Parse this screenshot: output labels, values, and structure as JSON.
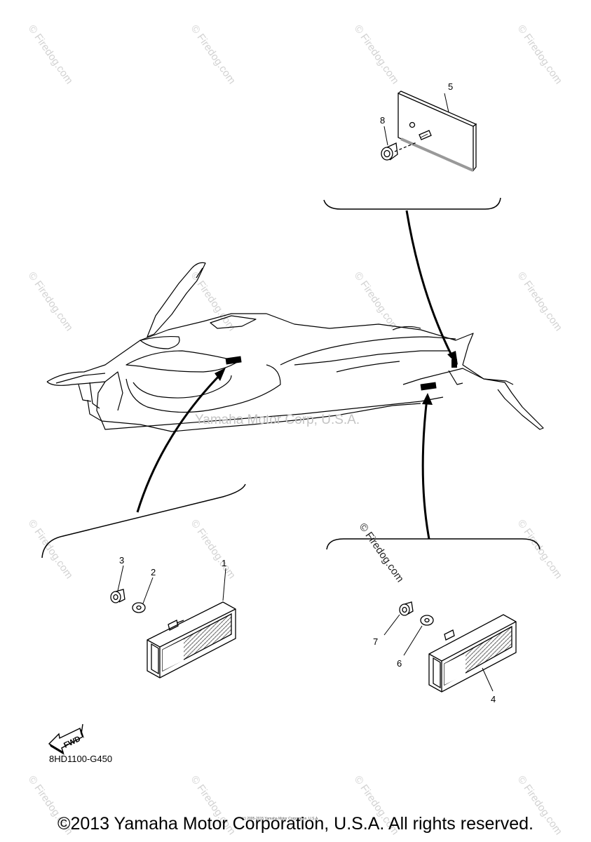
{
  "callouts": {
    "c1": "1",
    "c2": "2",
    "c3": "3",
    "c4": "4",
    "c5": "5",
    "c6": "6",
    "c7": "7",
    "c8": "8"
  },
  "fwd_label": "FWD",
  "part_code": "8HD1100-G450",
  "watermark_text": "© Firedog.com",
  "center_watermark": "Yamaha Motor Corp, U.S.A.",
  "tiny_notice": "(c) 2005-2015 Yamaha Motor Corporation, U.S.A.",
  "footer_text": "©2013 Yamaha Motor Corporation, U.S.A. All rights reserved.",
  "colors": {
    "line": "#000000",
    "watermark": "#d2d2d2",
    "background": "#ffffff"
  },
  "icons": [
    "fwd-arrow-icon"
  ]
}
